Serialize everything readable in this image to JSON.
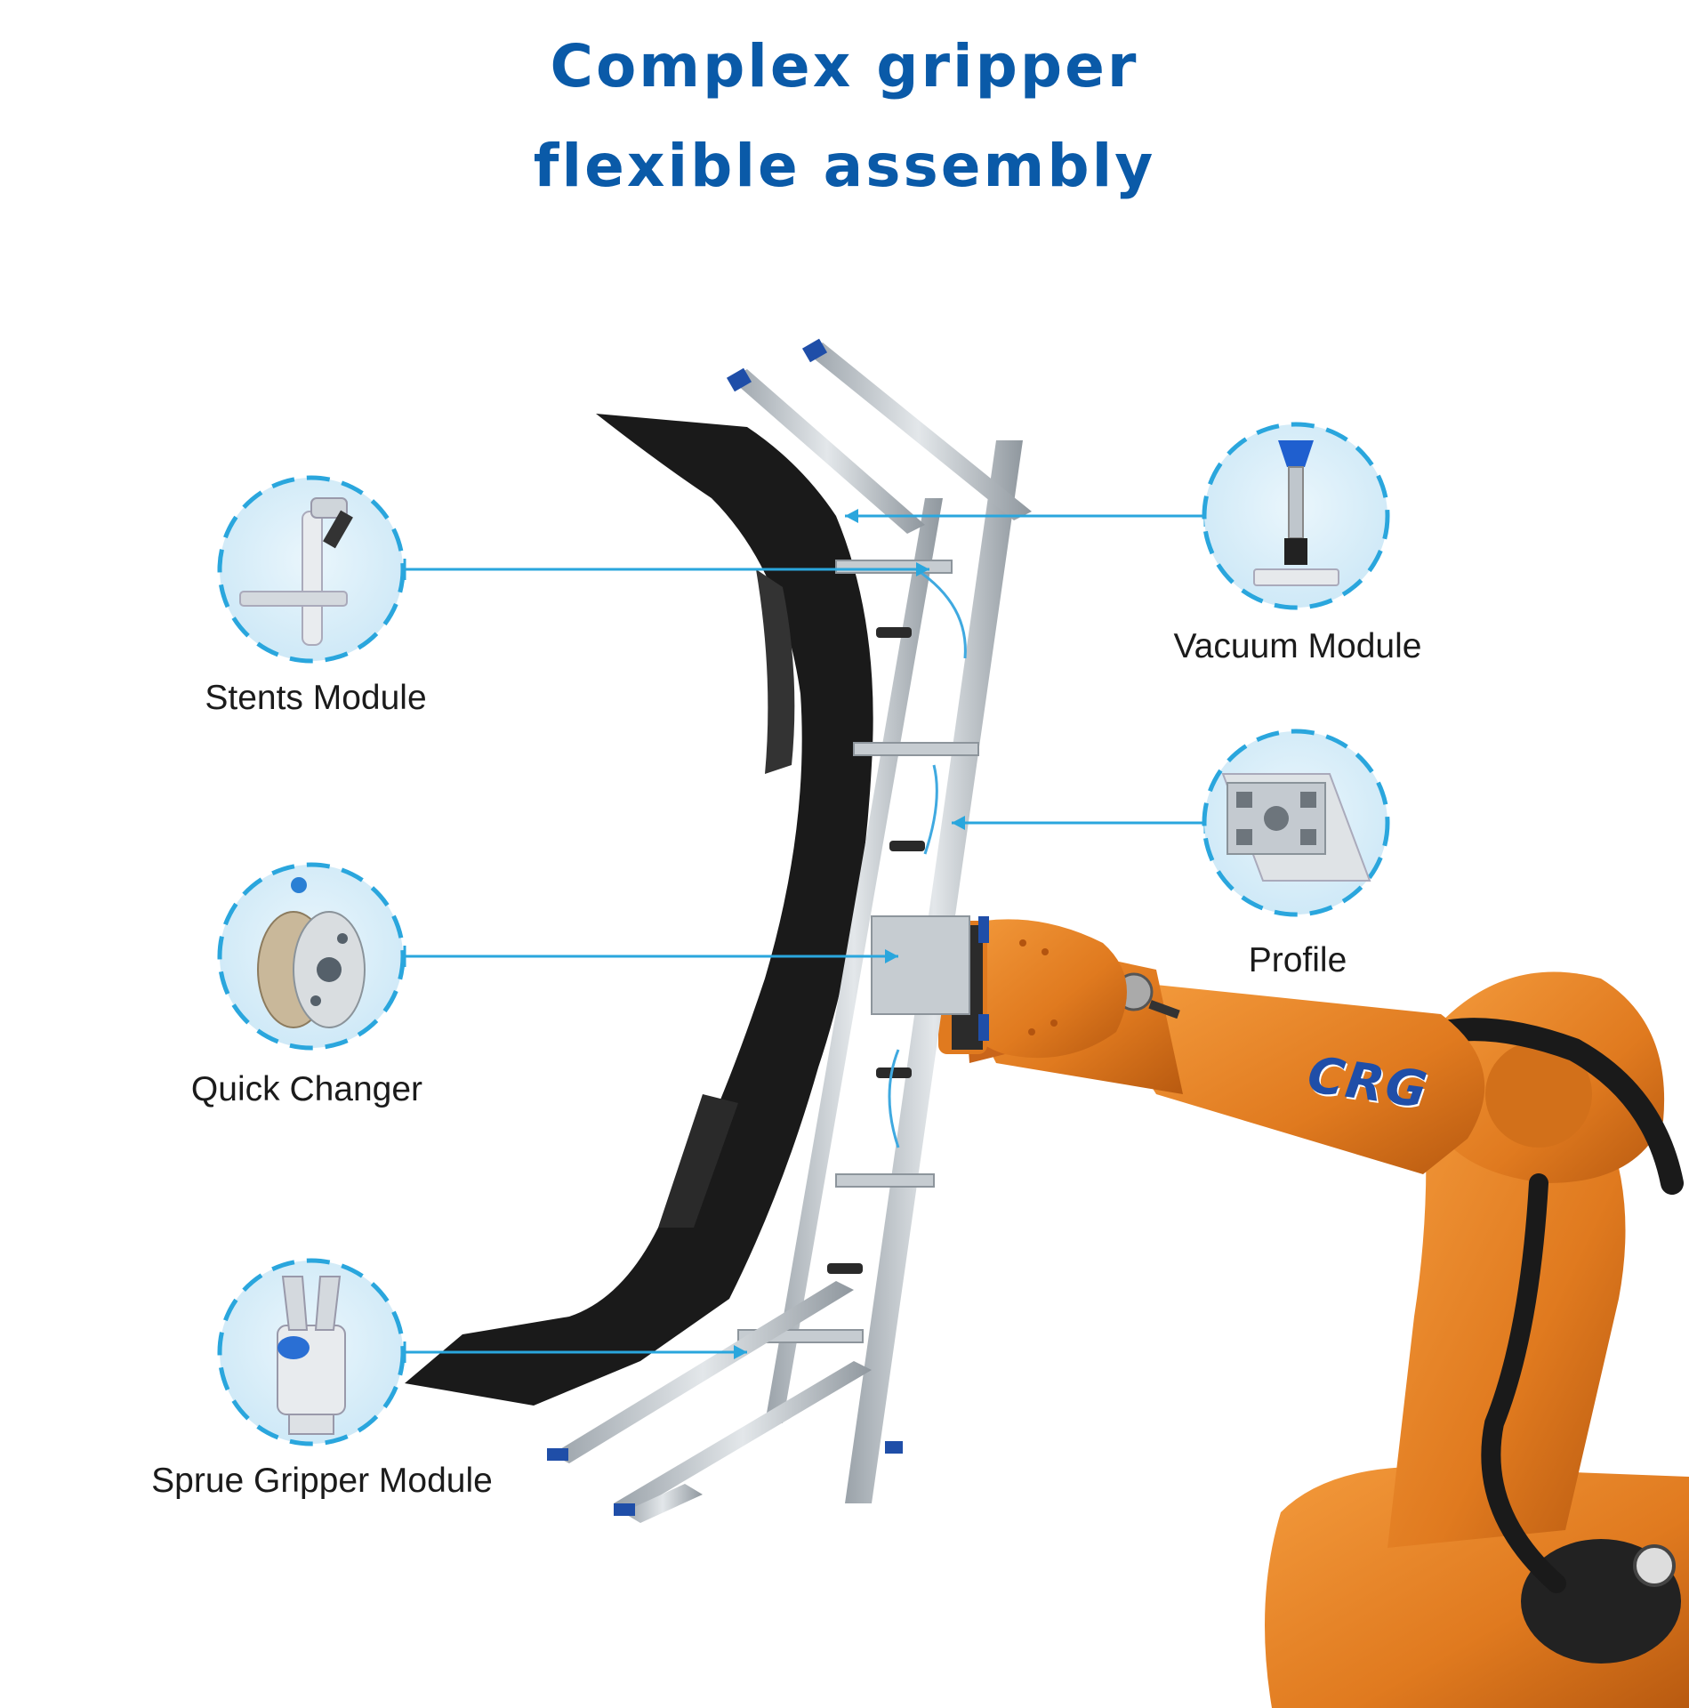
{
  "title": {
    "line1": "Complex gripper",
    "line2": "flexible assembly"
  },
  "modules": [
    {
      "key": "stents",
      "label": "Stents Module",
      "icon": "stents-module-icon"
    },
    {
      "key": "vacuum",
      "label": "Vacuum Module",
      "icon": "vacuum-module-icon"
    },
    {
      "key": "profile",
      "label": "Profile",
      "icon": "profile-icon"
    },
    {
      "key": "quick_changer",
      "label": "Quick Changer",
      "icon": "quick-changer-icon"
    },
    {
      "key": "sprue",
      "label": "Sprue Gripper Module",
      "icon": "sprue-gripper-icon"
    }
  ],
  "robot": {
    "logo_text": "CRG"
  },
  "colors": {
    "title": "#0a5aa8",
    "accent": "#2aa6dd",
    "robot": "#e07a1f",
    "part": "#1a1a1a",
    "frame": "#b9c0c6"
  }
}
